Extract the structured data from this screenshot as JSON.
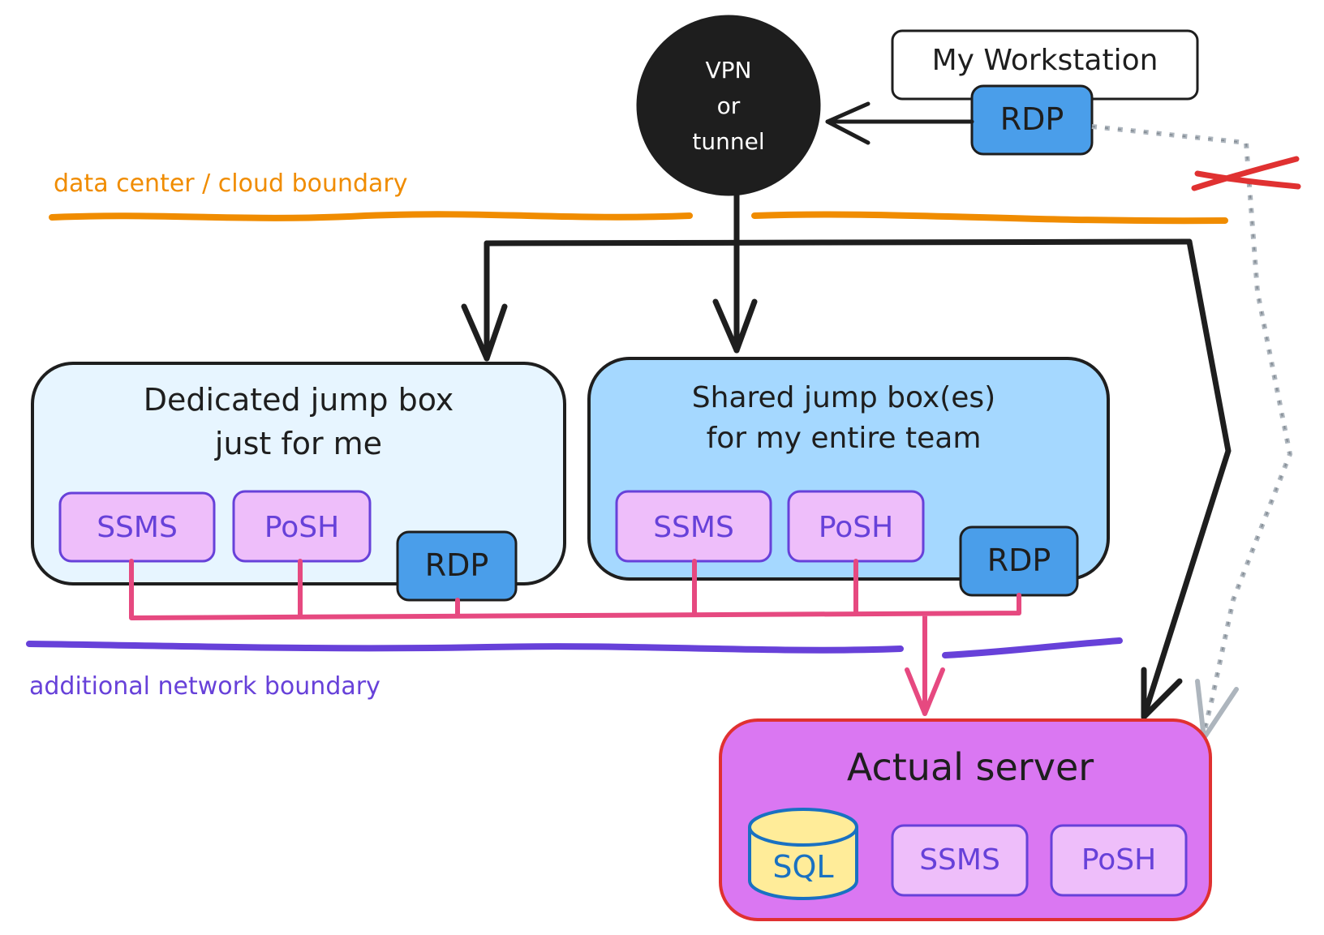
{
  "boundaries": {
    "data_center": "data center / cloud boundary",
    "additional_network": "additional network boundary"
  },
  "vpn": {
    "lines": [
      "VPN",
      "or",
      "tunnel"
    ]
  },
  "workstation": {
    "title": "My Workstation",
    "rdp": "RDP"
  },
  "dedicated_box": {
    "title_lines": [
      "Dedicated jump box",
      "just for me"
    ],
    "tools": [
      "SSMS",
      "PoSH"
    ],
    "rdp": "RDP"
  },
  "shared_box": {
    "title_lines": [
      "Shared jump box(es)",
      "for my entire team"
    ],
    "tools": [
      "SSMS",
      "PoSH"
    ],
    "rdp": "RDP"
  },
  "server": {
    "title": "Actual server",
    "db": "SQL",
    "tools": [
      "SSMS",
      "PoSH"
    ]
  },
  "colors": {
    "orange": "#f08c00",
    "purple": "#6741d9",
    "pink": "#e64980",
    "blue": "#4a9eea",
    "red": "#e03131",
    "light_blue": "#e7f5ff",
    "mid_blue": "#a5d8ff",
    "tool_fill": "#eebefa",
    "server_fill": "#da77f2",
    "sql_fill": "#ffec99",
    "gray_dashed": "#adb5bd"
  }
}
